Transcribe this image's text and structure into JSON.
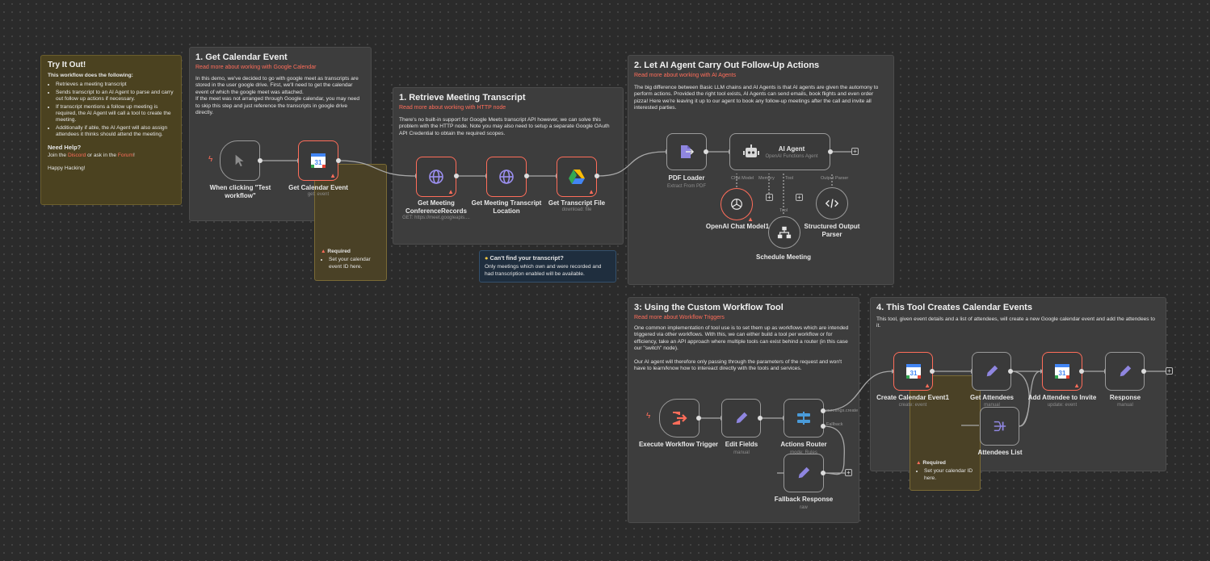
{
  "notes": {
    "try_it_out": {
      "title": "Try It Out!",
      "intro": "This workflow does the following:",
      "bullets": [
        "Retrieves a meeting transcript",
        "Sends transcript to an AI Agent to parse and carry out follow up actions if necessary.",
        "If transcript mentions a follow up meeting is required, the AI Agent will call a tool to create the meeting.",
        "Additionally if able, the AI Agent will also assign attendees it thinks should attend the meeting."
      ],
      "help_title": "Need Help?",
      "help_prefix": "Join the ",
      "help_discord": "Discord",
      "help_mid": " or ask in the ",
      "help_forum": "Forum",
      "help_suffix": "!",
      "outro": "Happy Hacking!"
    },
    "get_calendar": {
      "title": "1. Get Calendar Event",
      "link": "Read more about working with Google Calendar",
      "p1": "In this demo, we've decided to go with google meet as transcripts are stored in the user google drive. First, we'll need to get the calendar event of which the google meet was attached.",
      "p2": "If the meet was not arranged through Google calendar, you may need to skip this step and just reference the transcripts in google drive directly."
    },
    "required_1": {
      "title": "Required",
      "bullet": "Set your calendar event ID here."
    },
    "retrieve": {
      "title": "1. Retrieve Meeting Transcript",
      "link": "Read more about working with HTTP node",
      "text": "There's no built-in support for Google Meets transcript API however, we can solve this problem with the HTTP node. Note you may also need to setup a separate Google OAuth API Credential to obtain the required scopes."
    },
    "cant_find": {
      "title": "Can't find your transcript?",
      "text": "Only meetings which own and were recorded and had transcription enabled will be available."
    },
    "ai_agent_note": {
      "title": "2. Let AI Agent Carry Out Follow-Up Actions",
      "link": "Read more about working with AI Agents",
      "text": "The big difference between Basic LLM chains and AI Agents is that AI agents are given the automony to perform actions. Provided the right tool exists, AI Agents can send emails, book flights and even order pizza! Here we're leaving it up to our agent to book any follow-up meetings after the call and invite all interested parties."
    },
    "custom_tool": {
      "title": "3: Using the Custom Workflow Tool",
      "link": "Read more about Workflow Triggers",
      "p1": "One common implementation of tool use is to set them up as workflows which are intended triggered via other workflows. With this, we can either build a tool per workflow or for efficiency, take an API approach where multiple tools can exist behind a router (in this case our \"switch\" node).",
      "p2": "Our AI agent will therefore only passing through the parameters of the request and won't have to learn/know how to intereact directly with the tools and services."
    },
    "creates_events": {
      "title": "4. This Tool Creates Calendar Events",
      "text": "This tool, given event details and a list of attendees, will create a new Google calendar event and add the attendees to it."
    },
    "required_2": {
      "title": "Required",
      "bullet": "Set your calendar ID here."
    }
  },
  "nodes": {
    "manual_trigger": {
      "label": "When clicking \"Test workflow\"",
      "icon": "cursor-icon"
    },
    "get_calendar_event": {
      "label": "Get Calendar Event",
      "sub": "get: event",
      "icon": "google-calendar-icon"
    },
    "get_conference": {
      "label": "Get Meeting ConferenceRecords",
      "sub": "GET: https://meet.googleapis....",
      "icon": "globe-icon"
    },
    "get_transcript_location": {
      "label": "Get Meeting Transcript Location",
      "icon": "globe-icon"
    },
    "get_transcript_file": {
      "label": "Get Transcript File",
      "sub": "download: file",
      "icon": "google-drive-icon"
    },
    "pdf_loader": {
      "label": "PDF Loader",
      "sub": "Extract From PDF",
      "icon": "file-export-icon"
    },
    "ai_agent": {
      "label": "AI Agent",
      "sub": "OpenAI Functions Agent",
      "icon": "robot-icon",
      "ports": [
        "Chat Model",
        "Memory",
        "Tool",
        "Output Parser"
      ]
    },
    "openai_model": {
      "label": "OpenAI Chat Model1",
      "icon": "openai-icon"
    },
    "output_parser": {
      "label": "Structured Output Parser",
      "icon": "code-icon"
    },
    "schedule_meeting": {
      "label": "Schedule Meeting",
      "icon": "sitemap-icon",
      "port": "Tool"
    },
    "exec_trigger": {
      "label": "Execute Workflow Trigger",
      "icon": "sign-out-icon"
    },
    "edit_fields": {
      "label": "Edit Fields",
      "sub": "manual",
      "icon": "pencil-icon"
    },
    "actions_router": {
      "label": "Actions Router",
      "sub": "mode: Rules",
      "icon": "router-icon",
      "outputs": [
        "meetings.create",
        "Fallback"
      ]
    },
    "fallback_response": {
      "label": "Fallback Response",
      "sub": "raw",
      "icon": "pencil-icon"
    },
    "create_event": {
      "label": "Create Calendar Event1",
      "sub": "create: event",
      "icon": "google-calendar-icon"
    },
    "get_attendees": {
      "label": "Get Attendees",
      "sub": "manual",
      "icon": "pencil-icon"
    },
    "add_attendee": {
      "label": "Add Attendee to Invite",
      "sub": "update: event",
      "icon": "google-calendar-icon"
    },
    "response": {
      "label": "Response",
      "sub": "manual",
      "icon": "pencil-icon"
    },
    "attendees_list": {
      "label": "Attendees List",
      "icon": "merge-icon"
    }
  },
  "colors": {
    "accent": "#ff6d5a",
    "canvas": "#2b2b2b",
    "note_gray": "#3d3d3d",
    "note_yellow": "#4b4220",
    "note_blue": "#1f2e3e"
  }
}
